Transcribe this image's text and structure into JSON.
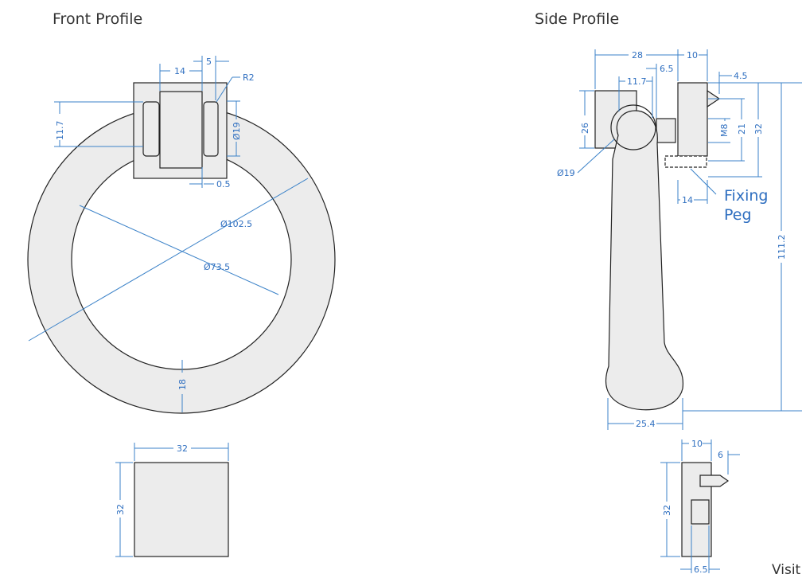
{
  "titles": {
    "front": "Front Profile",
    "side": "Side Profile"
  },
  "callout": {
    "line1": "Fixing",
    "line2": "Peg"
  },
  "footer": {
    "visit": "Visit"
  },
  "dimensions": {
    "front": {
      "d14": "14",
      "d5": "5",
      "r2": "R2",
      "d11_7": "11.7",
      "d19": "Ø19",
      "d0_5": "0.5",
      "d102_5": "Ø102.5",
      "d73_5": "Ø73.5",
      "d18": "18"
    },
    "base": {
      "w32": "32",
      "h32": "32"
    },
    "side": {
      "d28": "28",
      "d10": "10",
      "d6_5": "6.5",
      "d4_5": "4.5",
      "d11_7": "11.7",
      "d26": "26",
      "m8": "M8",
      "d21": "21",
      "d32": "32",
      "d19": "Ø19",
      "d14": "14",
      "d111_2": "111.2",
      "d25_4": "25.4"
    },
    "side_base": {
      "d10": "10",
      "d6": "6",
      "d32": "32",
      "d6_5": "6.5"
    }
  },
  "colors": {
    "dimension": "#3b82c8",
    "outline": "#222222",
    "fill": "#ececec"
  }
}
